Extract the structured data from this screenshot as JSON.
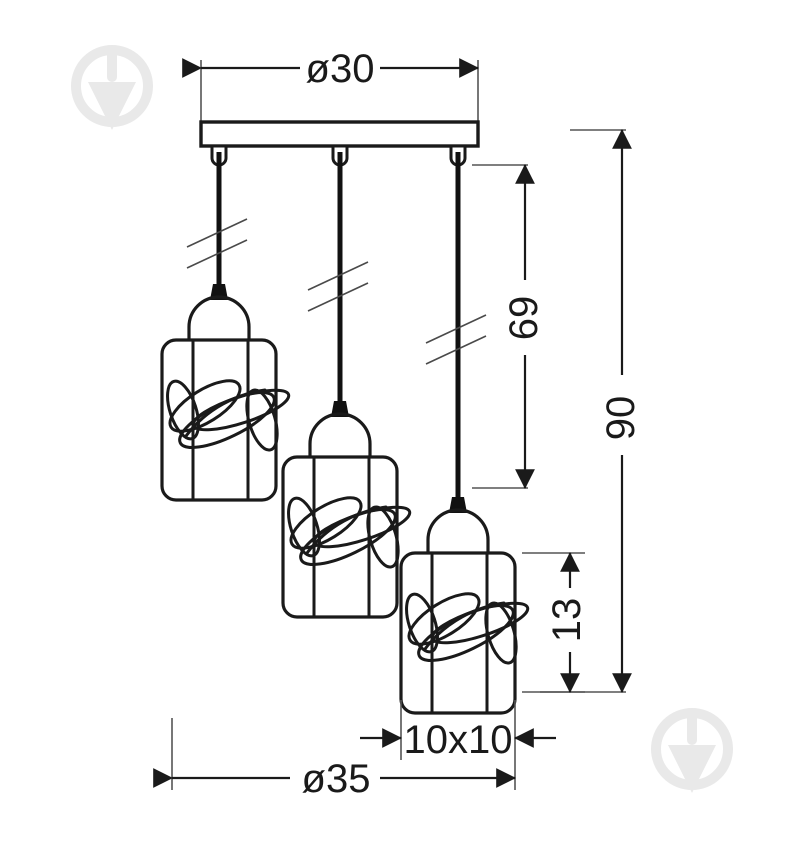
{
  "drawing": {
    "type": "technical-dimension-drawing",
    "subject": "3-light cluster pendant lamp",
    "background_color": "#ffffff",
    "line_color": "#1a1a1a",
    "watermark_color": "#e9e9e9",
    "units_note": ""
  },
  "dimensions": {
    "canopy_width": {
      "label": "ø30",
      "orientation": "horizontal",
      "position": "top",
      "value": 30,
      "symbol": "ø"
    },
    "drop_to_first_shade": {
      "label": "69",
      "orientation": "vertical",
      "position": "right-inner",
      "value": 69,
      "symbol": ""
    },
    "total_height": {
      "label": "90",
      "orientation": "vertical",
      "position": "right-outer",
      "value": 90,
      "symbol": ""
    },
    "shade_height": {
      "label": "13",
      "orientation": "vertical",
      "position": "right-lower",
      "value": 13,
      "symbol": ""
    },
    "shade_footprint": {
      "label": "10x10",
      "orientation": "horizontal",
      "position": "bottom-inner",
      "value": "10x10",
      "symbol": ""
    },
    "spread_diameter": {
      "label": "ø35",
      "orientation": "horizontal",
      "position": "bottom-outer",
      "value": 35,
      "symbol": "ø"
    }
  },
  "parts": {
    "canopy": {
      "name": "ceiling-mount-bar"
    },
    "cables": [
      {
        "name": "cable-left",
        "has_break_mark": true
      },
      {
        "name": "cable-middle",
        "has_break_mark": true
      },
      {
        "name": "cable-right",
        "has_break_mark": true
      }
    ],
    "shades": [
      {
        "name": "shade-upper-left",
        "shape": "rounded-rectangle",
        "decor": "swirl-filament"
      },
      {
        "name": "shade-middle",
        "shape": "rounded-rectangle",
        "decor": "swirl-filament"
      },
      {
        "name": "shade-lower-right",
        "shape": "rounded-rectangle",
        "decor": "swirl-filament"
      }
    ]
  },
  "watermarks": [
    {
      "name": "watermark-top-left",
      "shape": "circle-with-plumb-bob"
    },
    {
      "name": "watermark-bottom-right",
      "shape": "circle-with-plumb-bob"
    }
  ]
}
